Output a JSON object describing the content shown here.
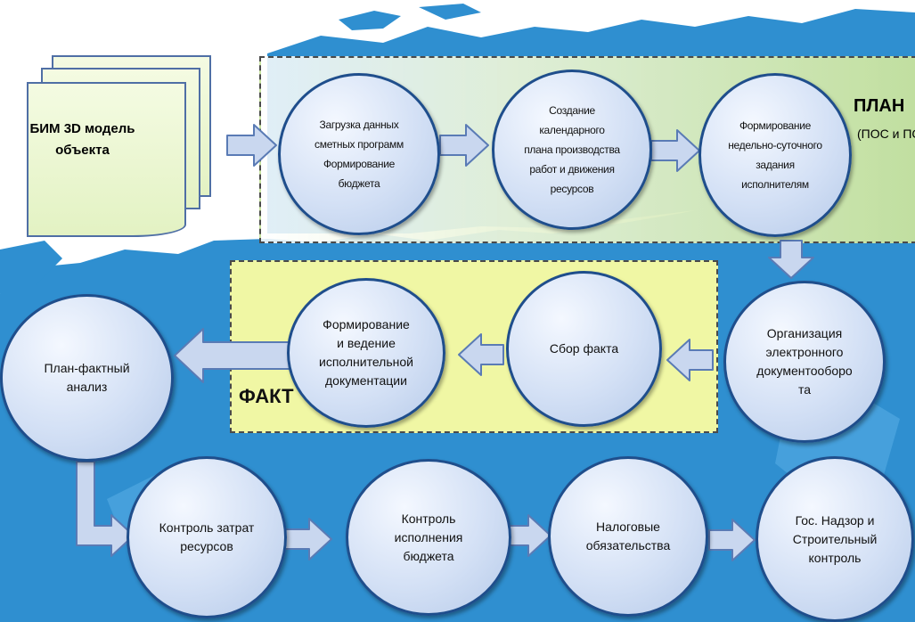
{
  "title": "",
  "colors": {
    "map": "#2f8fd0",
    "background": "#ffffff",
    "node_border": "#1f4e8c",
    "node_fill": "#d3e0f5",
    "arrow_fill": "#c9d7ef",
    "arrow_stroke": "#5a7bb5",
    "plan_zone": "#d6ebb8",
    "fact_zone": "#ffff9e"
  },
  "source": {
    "text": "БИМ 3D модель\nобъекта"
  },
  "zones": {
    "plan": {
      "label": "ПЛАН",
      "sublabel": "(ПОС и\nПСД)"
    },
    "fact": {
      "label": "ФАКТ"
    }
  },
  "nodes": {
    "budget": "Загрузка данных\nсметных программ\nФормирование\nбюджета",
    "calendar_plan": "Создание\nкалендарного\nплана производства\nработ и движения\nресурсов",
    "weekly_tasks": "Формирование\nнедельно-суточного\nзадания\nисполнителям",
    "edo": "Организация\nэлектронного\nдокументооборо\nта",
    "fact_collection": "Сбор факта",
    "exec_docs": "Формирование\nи ведение\nисполнительной\nдокументации",
    "plan_fact": "План-фактный\nанализ",
    "cost_control": "Контроль затрат\nресурсов",
    "budget_control": "Контроль\nисполнения\nбюджета",
    "tax": "Налоговые\nобязательства",
    "supervision": "Гос. Надзор и\nСтроительный\nконтроль"
  }
}
